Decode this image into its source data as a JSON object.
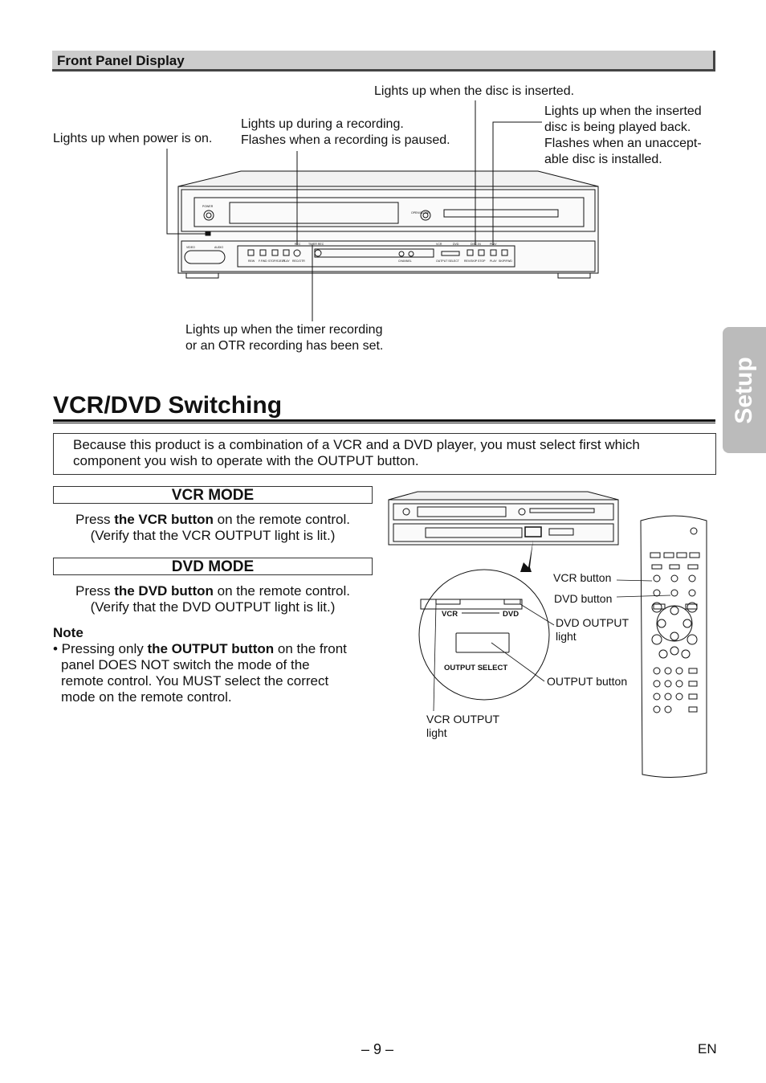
{
  "section": {
    "title": "Front Panel Display"
  },
  "callouts": {
    "disc_inserted": "Lights up when the disc is inserted.",
    "power": "Lights up when power is on.",
    "recording_1": "Lights up during a recording.",
    "recording_2": "Flashes when a recording is paused.",
    "playback_1": "Lights up when the inserted",
    "playback_2": "disc is being played back.",
    "playback_3": "Flashes when an unaccept-",
    "playback_4": "able disc is installed.",
    "timer_1": "Lights up when the timer recording",
    "timer_2": "or an OTR recording has been set."
  },
  "panel": {
    "power": "POWER",
    "open_close": "OPEN/CLOSE",
    "video": "VIDEO",
    "audio": "AUDIO",
    "rew": "REW",
    "ffwd": "F.FWD",
    "stop_eject": "STOP/EJECT",
    "play": "PLAY",
    "rec_otr": "REC/OTR",
    "channel": "CHANNEL",
    "output_select": "OUTPUT SELECT",
    "rev_skip": "REV/SKIP",
    "stop": "STOP",
    "play2": "PLAY",
    "skip_fwd": "SKIP/FWD",
    "rec": "REC",
    "timer_rec": "TIMER REC",
    "vcr": "VCR",
    "dvd": "DVD",
    "disc_in": "DISC IN",
    "play_ind": "PLAY"
  },
  "main": {
    "title": "VCR/DVD Switching",
    "intro_1": "Because this product is a combination of a VCR and a DVD player, you must select first which",
    "intro_2": "component you wish to operate with the OUTPUT button.",
    "vcr_mode": {
      "heading": "VCR MODE",
      "press": "Press ",
      "button": "the VCR button",
      "rest": " on the remote control.",
      "verify": "(Verify that the VCR OUTPUT light is lit.)"
    },
    "dvd_mode": {
      "heading": "DVD MODE",
      "press": "Press ",
      "button": "the DVD button",
      "rest": " on the remote control.",
      "verify": "(Verify that the DVD OUTPUT light is lit.)"
    },
    "note": {
      "heading": "Note",
      "bullet": "• Pressing only ",
      "bold": "the OUTPUT button",
      "rest_1": " on the front",
      "rest_2": "panel DOES NOT switch the mode of the",
      "rest_3": "remote control. You MUST select the correct",
      "rest_4": "mode on the remote control."
    }
  },
  "diagram": {
    "vcr_button": "VCR button",
    "dvd_button": "DVD button",
    "dvd_output_1": "DVD OUTPUT",
    "dvd_output_2": "light",
    "output_button": "OUTPUT button",
    "vcr_output_1": "VCR OUTPUT",
    "vcr_output_2": "light",
    "zoom_vcr": "VCR",
    "zoom_dvd": "DVD",
    "zoom_output_select": "OUTPUT SELECT"
  },
  "side_tab": "Setup",
  "footer": {
    "page": "– 9 –",
    "lang": "EN"
  }
}
